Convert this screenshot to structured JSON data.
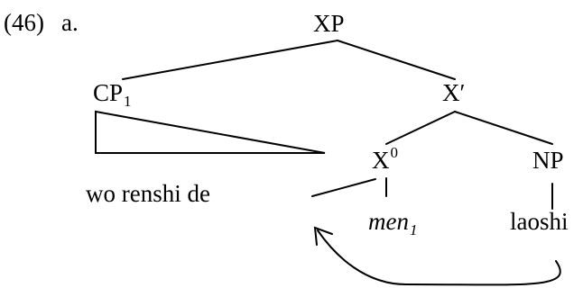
{
  "example": {
    "number": "(46)",
    "letter": "a."
  },
  "nodes": {
    "xp": "XP",
    "cp": {
      "base": "CP",
      "sub": "1"
    },
    "xbar": "X′",
    "x0": {
      "base": "X",
      "sup": "0"
    },
    "np": "NP"
  },
  "leaves": {
    "cp_text": "wo renshi de",
    "x0_text": {
      "base": "men",
      "sub": "1"
    },
    "np_text": "laoshi"
  }
}
